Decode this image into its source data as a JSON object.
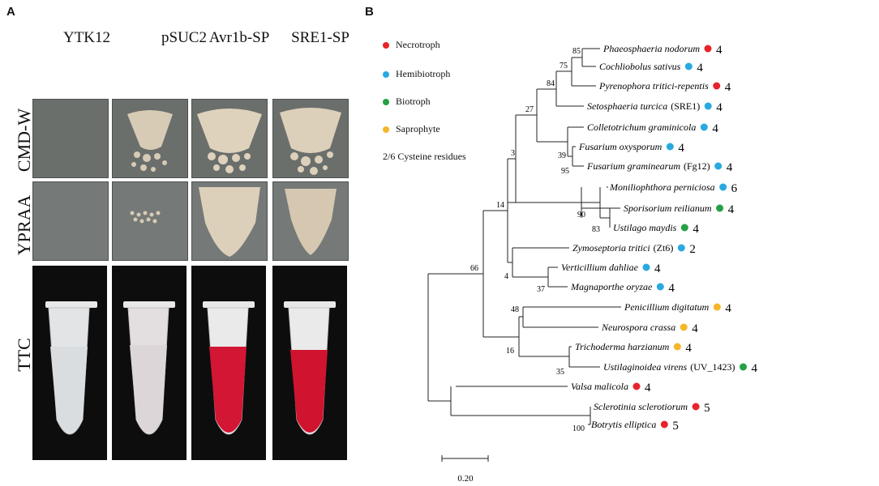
{
  "panels": {
    "a": "A",
    "b": "B"
  },
  "panel_a": {
    "columns": [
      "YTK12",
      "pSUC2",
      "Avr1b-SP",
      "SRE1-SP"
    ],
    "rows": [
      "CMD-W",
      "YPRAA",
      "TTC"
    ]
  },
  "legend": {
    "items": [
      {
        "label": "Necrotroph",
        "color": "#e8232b"
      },
      {
        "label": "Hemibiotroph",
        "color": "#29a9e0"
      },
      {
        "label": "Biotroph",
        "color": "#26a046"
      },
      {
        "label": "Saprophyte",
        "color": "#f5b62a"
      }
    ],
    "cysteine_label": "2/6 Cysteine residues"
  },
  "tree": {
    "taxa": [
      {
        "name": "Phaeosphaeria nodorum",
        "suffix": "",
        "group": "Necrotroph",
        "count": "4"
      },
      {
        "name": "Cochliobolus sativus",
        "suffix": "",
        "group": "Hemibiotroph",
        "count": "4"
      },
      {
        "name": "Pyrenophora tritici-repentis",
        "suffix": "",
        "group": "Necrotroph",
        "count": "4"
      },
      {
        "name": "Setosphaeria turcica",
        "suffix": "(SRE1)",
        "group": "Hemibiotroph",
        "count": "4"
      },
      {
        "name": "Colletotrichum graminicola",
        "suffix": "",
        "group": "Hemibiotroph",
        "count": "4"
      },
      {
        "name": "Fusarium oxysporum",
        "suffix": "",
        "group": "Hemibiotroph",
        "count": "4"
      },
      {
        "name": "Fusarium graminearum",
        "suffix": "(Fg12)",
        "group": "Hemibiotroph",
        "count": "4"
      },
      {
        "name": "Moniliophthora perniciosa",
        "suffix": "",
        "group": "Hemibiotroph",
        "count": "6"
      },
      {
        "name": "Sporisorium reilianum",
        "suffix": "",
        "group": "Biotroph",
        "count": "4"
      },
      {
        "name": "Ustilago maydis",
        "suffix": "",
        "group": "Biotroph",
        "count": "4"
      },
      {
        "name": "Zymoseptoria tritici",
        "suffix": "(Zt6)",
        "group": "Hemibiotroph",
        "count": "2"
      },
      {
        "name": "Verticillium dahliae",
        "suffix": "",
        "group": "Hemibiotroph",
        "count": "4"
      },
      {
        "name": "Magnaporthe oryzae",
        "suffix": "",
        "group": "Hemibiotroph",
        "count": "4"
      },
      {
        "name": "Penicillium digitatum",
        "suffix": "",
        "group": "Saprophyte",
        "count": "4"
      },
      {
        "name": "Neurospora crassa",
        "suffix": "",
        "group": "Saprophyte",
        "count": "4"
      },
      {
        "name": "Trichoderma harzianum",
        "suffix": "",
        "group": "Saprophyte",
        "count": "4"
      },
      {
        "name": "Ustilaginoidea virens",
        "suffix": "(UV_1423)",
        "group": "Biotroph",
        "count": "4"
      },
      {
        "name": "Valsa malicola",
        "suffix": "",
        "group": "Necrotroph",
        "count": "4"
      },
      {
        "name": "Sclerotinia sclerotiorum",
        "suffix": "",
        "group": "Necrotroph",
        "count": "5"
      },
      {
        "name": "Botrytis elliptica",
        "suffix": "",
        "group": "Necrotroph",
        "count": "5"
      }
    ],
    "bootstrap": [
      "85",
      "75",
      "84",
      "27",
      "39",
      "95",
      "3",
      "90",
      "83",
      "14",
      "4",
      "37",
      "66",
      "48",
      "16",
      "35",
      "100"
    ],
    "scale_label": "0.20"
  }
}
